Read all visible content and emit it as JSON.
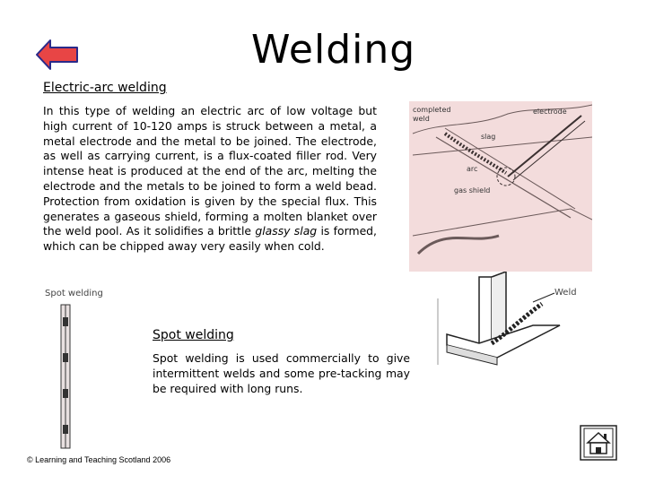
{
  "slide": {
    "title": "Welding",
    "arc": {
      "heading": "Electric-arc welding",
      "text_before_italic": "In this type of welding an electric arc of low voltage but high current of 10-120 amps is struck between a metal, a metal electrode and the metal to be joined. The electrode, as well as carrying current, is a flux-coated filler rod. Very intense heat is produced at the end of the arc, melting the electrode and the metals to be joined to form a weld bead. Protection from oxidation is given by the special flux. This generates a gaseous shield, forming a molten blanket over the weld pool. As it solidifies a brittle ",
      "text_italic": "glassy slag",
      "text_after_italic": " is formed, which can be chipped away very easily when cold."
    },
    "spot": {
      "heading": "Spot welding",
      "text": "Spot welding is used commercially to give intermittent welds and some pre-tacking may be required with long runs."
    },
    "figures": {
      "arc_labels": {
        "completed_weld_1": "completed",
        "completed_weld_2": "weld",
        "electrode": "electrode",
        "slag": "slag",
        "arc": "arc",
        "gas_shield": "gas shield"
      },
      "spot_label": "Spot welding",
      "weld_label": "Weld"
    },
    "footer": {
      "copyright": "© Learning and Teaching Scotland 2006"
    }
  },
  "navigation": {
    "back_icon": "left-arrow-icon",
    "home_icon": "home-icon",
    "back_color": "#e84545"
  }
}
